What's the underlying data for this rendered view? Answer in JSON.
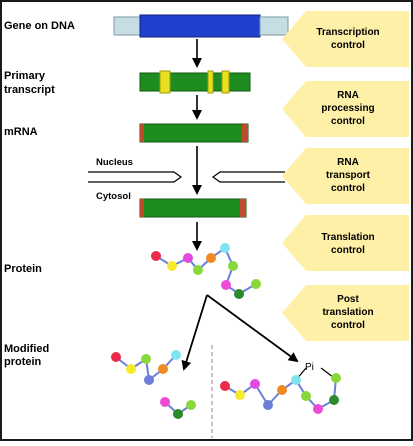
{
  "left_labels": {
    "gene_on_dna": "Gene on DNA",
    "primary_line1": "Primary",
    "primary_line2": "transcript",
    "mrna": "mRNA",
    "nucleus": "Nucleus",
    "cytosol": "Cytosol",
    "protein": "Protein",
    "modified_line1": "Modified",
    "modified_line2": "protein"
  },
  "controls": [
    {
      "line1": "Transcription",
      "line2": "control",
      "line3": ""
    },
    {
      "line1": "RNA",
      "line2": "processing",
      "line3": "control"
    },
    {
      "line1": "RNA",
      "line2": "transport",
      "line3": "control"
    },
    {
      "line1": "Translation",
      "line2": "control",
      "line3": ""
    },
    {
      "line1": "Post",
      "line2": "translation",
      "line3": "control"
    }
  ],
  "phosphate_label": "Pi",
  "colors": {
    "frame_border": "#1a1a1a",
    "gene_blue": "#1f3fcc",
    "dna_flank": "#c7dde4",
    "transcript_green": "#1f8c1f",
    "intron_yellow": "#e8e020",
    "cap_red": "#c04a30",
    "control_yellow": "#fff0a8"
  }
}
